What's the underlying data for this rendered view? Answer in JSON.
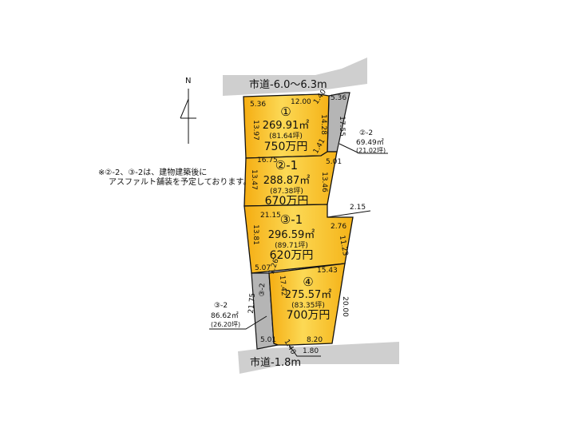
{
  "north_label": "N",
  "roads": {
    "north": "市道-6.0～6.3m",
    "south": "市道-1.8m"
  },
  "note": {
    "line1": "※②-2、③-2は、建物建築後に",
    "line2": "アスファルト舗装を予定しております。"
  },
  "lots": [
    {
      "id": "lot-1",
      "number": "①",
      "area": "269.91㎡",
      "tsubo": "(81.64坪)",
      "price": "750万円"
    },
    {
      "id": "lot-2-1",
      "number": "②-1",
      "area": "288.87㎡",
      "tsubo": "(87.38坪)",
      "price": "670万円"
    },
    {
      "id": "lot-3-1",
      "number": "③-1",
      "area": "296.59㎡",
      "tsubo": "(89.71坪)",
      "price": "620万円"
    },
    {
      "id": "lot-4",
      "number": "④",
      "area": "275.57㎡",
      "tsubo": "(83.35坪)",
      "price": "700万円"
    }
  ],
  "strips": {
    "s22": {
      "label": "②-2",
      "area": "69.49㎡",
      "tsubo": "(21.02坪)"
    },
    "s32": {
      "label": "③-2",
      "area": "86.62㎡",
      "tsubo": "(26.20坪)",
      "inner_label": "③-2"
    }
  },
  "dims": {
    "d_5_36_a": "5.36",
    "d_12_00": "12.00",
    "d_1_40_a": "1.40",
    "d_5_36_b": "5.36",
    "d_13_97": "13.97",
    "d_14_28": "14.28",
    "d_17_55": "17.55",
    "d_1_41": "1.41",
    "d_16_75": "16.75",
    "d_5_01_a": "5.01",
    "d_13_47": "13.47",
    "d_13_46": "13.46",
    "d_21_15": "21.15",
    "d_2_15": "2.15",
    "d_2_76": "2.76",
    "d_13_81": "13.81",
    "d_11_23": "11.23",
    "d_5_07": "5.07",
    "d_1_26": "1.26",
    "d_15_43": "15.43",
    "d_17_42": "17.42",
    "d_21_75": "21.75",
    "d_20_00": "20.00",
    "d_5_01_b": "5.01",
    "d_1_40_b": "1.40",
    "d_8_20": "8.20",
    "d_1_80": "1.80"
  },
  "colors": {
    "lot_fill": "#f6b81e",
    "lot_fill_light": "#fbd85a",
    "strip": "#b5b5b5",
    "road": "#cfcfcf"
  }
}
